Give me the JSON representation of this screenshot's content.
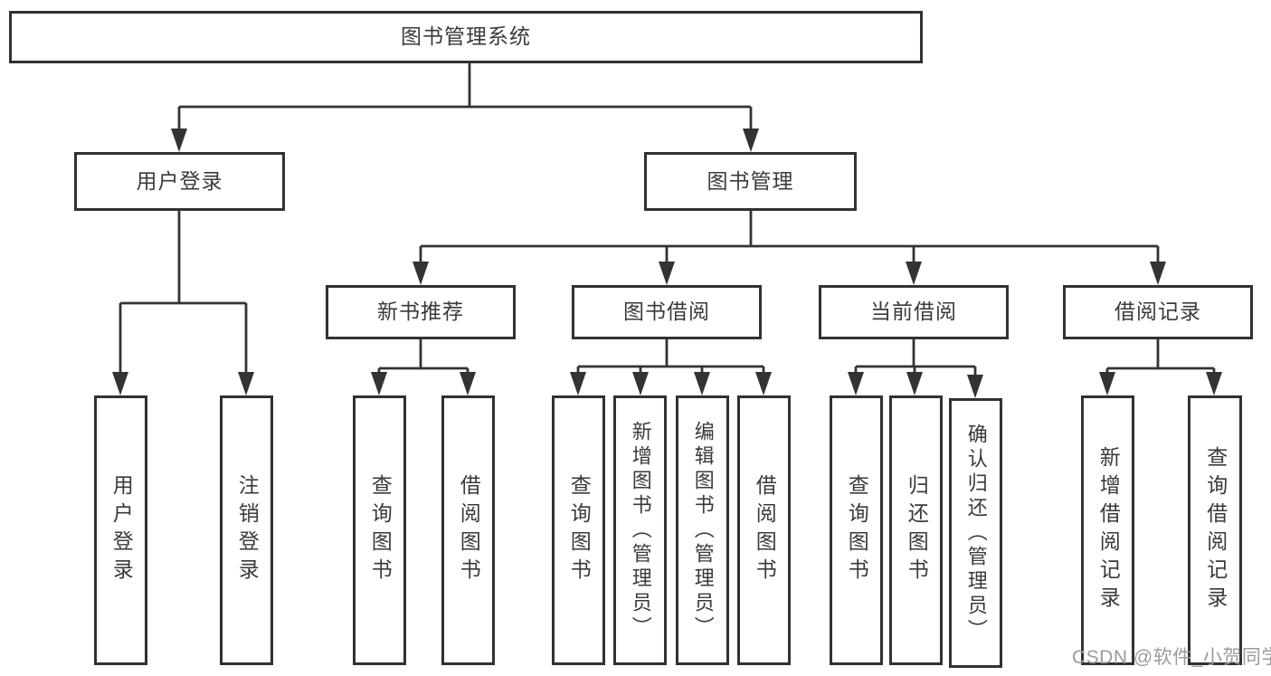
{
  "diagram_title": "图书管理系统",
  "watermark": "CSDN @软件_小贺同学",
  "colors": {
    "line": "#333333",
    "box_border": "#2f3235",
    "text": "#3a3a3a",
    "watermark": "#9b9b9b",
    "background": "#ffffff"
  },
  "tree": {
    "root": "图书管理系统",
    "branches": [
      {
        "label": "用户登录",
        "children": [
          "用户登录",
          "注销登录"
        ]
      },
      {
        "label": "图书管理",
        "groups": [
          {
            "label": "新书推荐",
            "children": [
              "查询图书",
              "借阅图书"
            ]
          },
          {
            "label": "图书借阅",
            "children": [
              "查询图书",
              "新增图书（管理员）",
              "编辑图书（管理员）",
              "借阅图书"
            ]
          },
          {
            "label": "当前借阅",
            "children": [
              "查询图书",
              "归还图书",
              "确认归还（管理员）"
            ]
          },
          {
            "label": "借阅记录",
            "children": [
              "新增借阅记录",
              "查询借阅记录"
            ]
          }
        ]
      }
    ]
  }
}
